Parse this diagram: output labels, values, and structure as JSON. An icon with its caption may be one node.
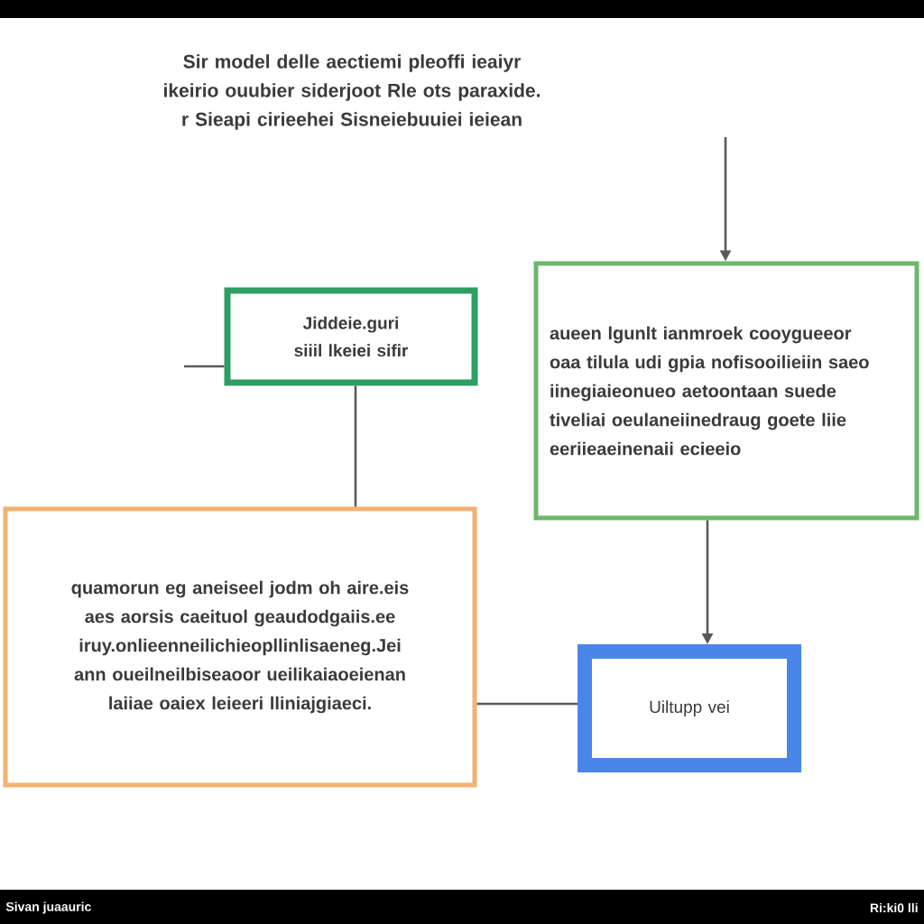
{
  "diagram": {
    "title": "Sir model delle aectiemi pleoffi ieaiyr ikeirio ouubier siderjoot Rle ots paraxide. r Sieapi cirieehei Sisneiebuuiei ieiean",
    "nodes": [
      {
        "text": [
          "Jiddeie.guri siiil lkeiei sifir"
        ]
      },
      {
        "text": [
          "aueen lgunlt ianmroek cooygueeor oaa tilula udi gpia nofisooilieiin saeo iinegiaieonueo aetoontaan suede tiveliai oeulaneiinedraug goete liie eeriieaeinenaii ecieeio"
        ]
      },
      {
        "text": [
          "quamorun eg aneiseel jodm oh aire.eis aes aorsis caeituol geaudodgaiis.ee iruy.onlieenneilichieopllinlisaeneg.Jei ann oueilneilbiseaoor ueilikaiaoeienan laiiae oaiex leieeri lliniajgiaeci."
        ]
      },
      {
        "text": [
          "Uiltupp vei"
        ]
      }
    ],
    "edges": [
      {
        "from": null,
        "to": 1,
        "arrow": "to"
      },
      {
        "from": null,
        "to": 0,
        "arrow": "none"
      },
      {
        "from": 0,
        "to": 2,
        "arrow": "none"
      },
      {
        "from": 1,
        "to": 3,
        "arrow": "to"
      },
      {
        "from": 2,
        "to": 3,
        "arrow": "none"
      }
    ],
    "labels": [
      "Sivan juaauric",
      "Ri:ki0 lli"
    ]
  }
}
